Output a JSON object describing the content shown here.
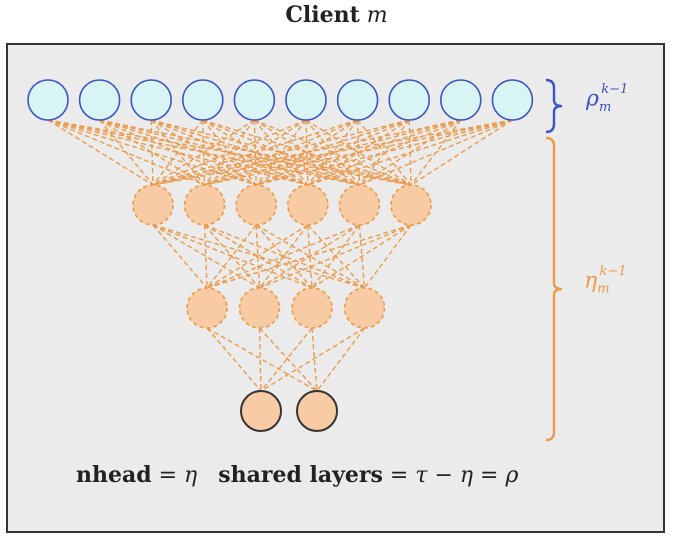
{
  "title": {
    "word": "Client",
    "var": "m"
  },
  "labels": {
    "rho": {
      "sym": "ρ",
      "sup": "k−1",
      "sub": "m"
    },
    "eta": {
      "sym": "η",
      "sup": "k−1",
      "sub": "m"
    }
  },
  "formula": {
    "nhead": "nhead",
    "eq1": " = ",
    "eta": "η",
    "shared": "shared layers",
    "eq2": " = ",
    "expr": "τ − η = ρ"
  },
  "colors": {
    "top_fill": "#d9f4f5",
    "top_stroke": "#3b55c4",
    "mid_fill": "#f8cba4",
    "mid_stroke": "#ee9a4a",
    "edge": "#ee9a4a",
    "bottom_fill": "#f8cba4",
    "bottom_stroke": "#333333"
  },
  "layers": [
    {
      "name": "output-layer",
      "count": 10,
      "style": "solid-blue"
    },
    {
      "name": "hidden-layer-1",
      "count": 6,
      "style": "dashed-orange"
    },
    {
      "name": "hidden-layer-2",
      "count": 4,
      "style": "dashed-orange"
    },
    {
      "name": "input-layer",
      "count": 2,
      "style": "solid-dark"
    }
  ]
}
